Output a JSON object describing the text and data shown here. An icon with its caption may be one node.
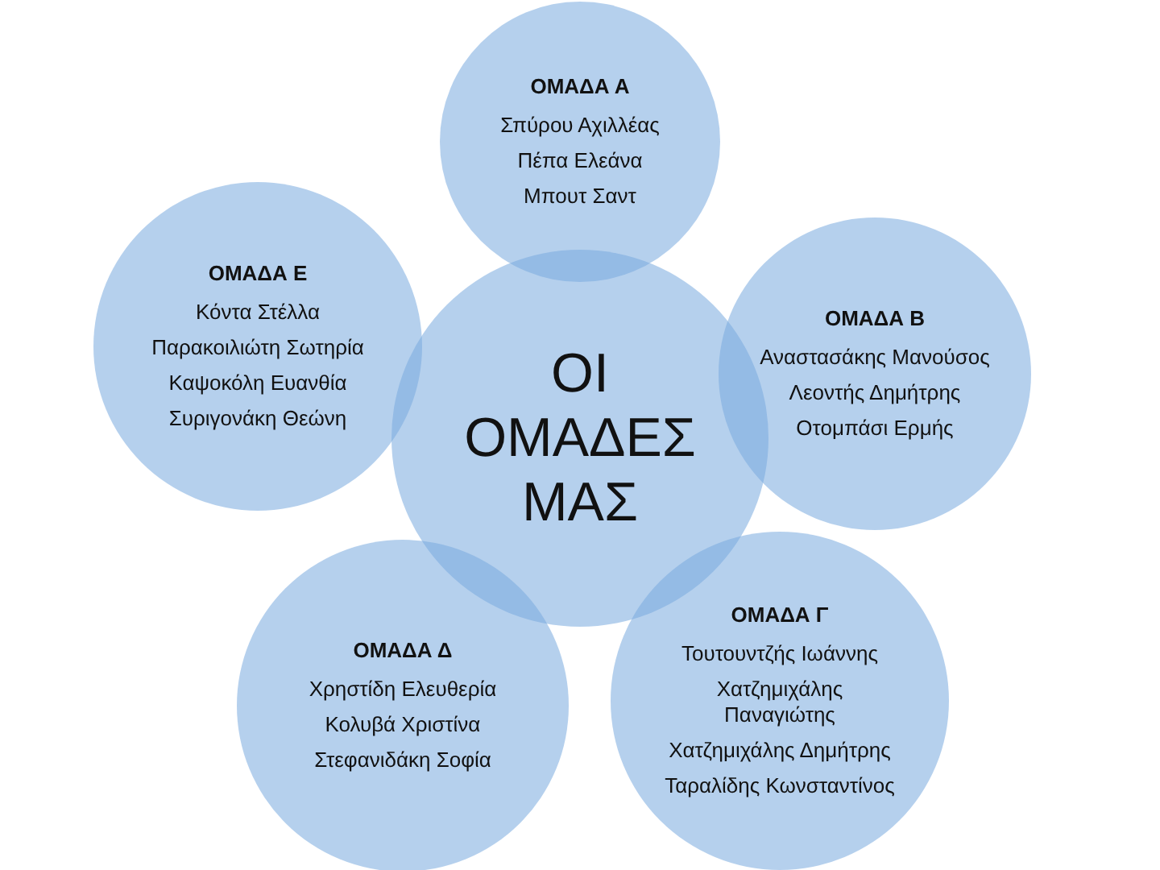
{
  "diagram": {
    "nodes": [
      {
        "text": [
          "ΟΙ ΟΜΑΔΕΣ ΜΑΣ"
        ]
      },
      {
        "text": [
          "ΟΜΑΔΑ Α",
          "Σπύρου Αχιλλέας",
          "Πέπα Ελεάνα",
          "Μπουτ Σαντ"
        ]
      },
      {
        "text": [
          "ΟΜΑΔΑ Β",
          "Αναστασάκης Μανούσος",
          "Λεοντής Δημήτρης",
          "Οτομπάσι Ερμής"
        ]
      },
      {
        "text": [
          "ΟΜΑΔΑ Γ",
          "Τουτουντζής Ιωάννης",
          "Χατζημιχάλης Παναγιώτης",
          "Χατζημιχάλης Δημήτρης",
          "Ταραλίδης Κωνσταντίνος"
        ]
      },
      {
        "text": [
          "ΟΜΑΔΑ Δ",
          "Χρηστίδη Ελευθερία",
          "Κολυβά Χριστίνα",
          "Στεφανιδάκη Σοφία"
        ]
      },
      {
        "text": [
          "ΟΜΑΔΑ Ε",
          "Κόντα Στέλλα",
          "Παρακοιλιώτη Σωτηρία",
          "Καψοκόλη Ευανθία",
          "Συριγονάκη Θεώνη"
        ]
      }
    ],
    "edges": []
  }
}
